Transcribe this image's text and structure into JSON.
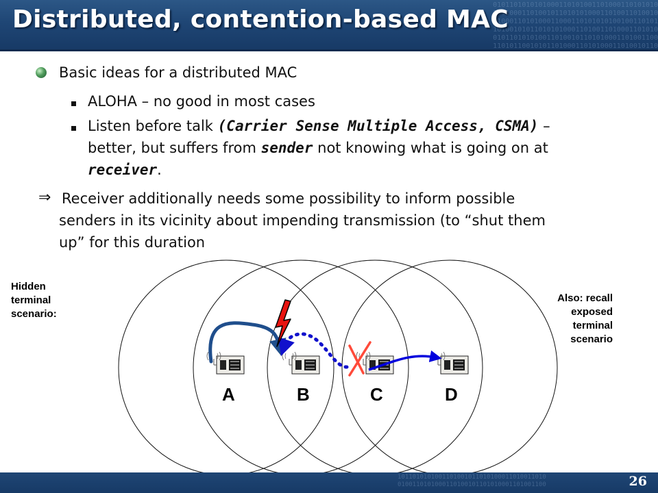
{
  "slide": {
    "title": "Distributed, contention-based MAC",
    "page_number": "26"
  },
  "content": {
    "main_bullet": "Basic ideas for a distributed MAC",
    "sub1": "ALOHA – no good in most cases",
    "sub2_a": "Listen before talk ",
    "sub2_em1": "(Carrier Sense Multiple Access, CSMA)",
    "sub2_b": " –",
    "sub2_line2_a": "better, but suffers from ",
    "sub2_line2_em": "sender",
    "sub2_line2_b": " not knowing what is going on at",
    "sub2_line3_em": "receiver",
    "sub2_line3_b": ".",
    "arrow_symbol": "⇒",
    "conclusion_line1": "Receiver additionally needs some possibility to inform possible",
    "conclusion_line2": "senders in its vicinity about impending transmission (to “shut them",
    "conclusion_line3": "up” for this duration"
  },
  "diagram": {
    "left_label": [
      "Hidden",
      "terminal",
      "scenario:"
    ],
    "right_label": [
      "Also: recall",
      "exposed",
      "terminal",
      "scenario"
    ],
    "nodes": [
      "A",
      "B",
      "C",
      "D"
    ],
    "colors": {
      "solid_arrow": "#1f4e8c",
      "dotted_arrow": "#1111cc",
      "exposed_arrow": "#0000dd",
      "lightning": "#e8130f",
      "cross": "#ff4a3a"
    }
  }
}
